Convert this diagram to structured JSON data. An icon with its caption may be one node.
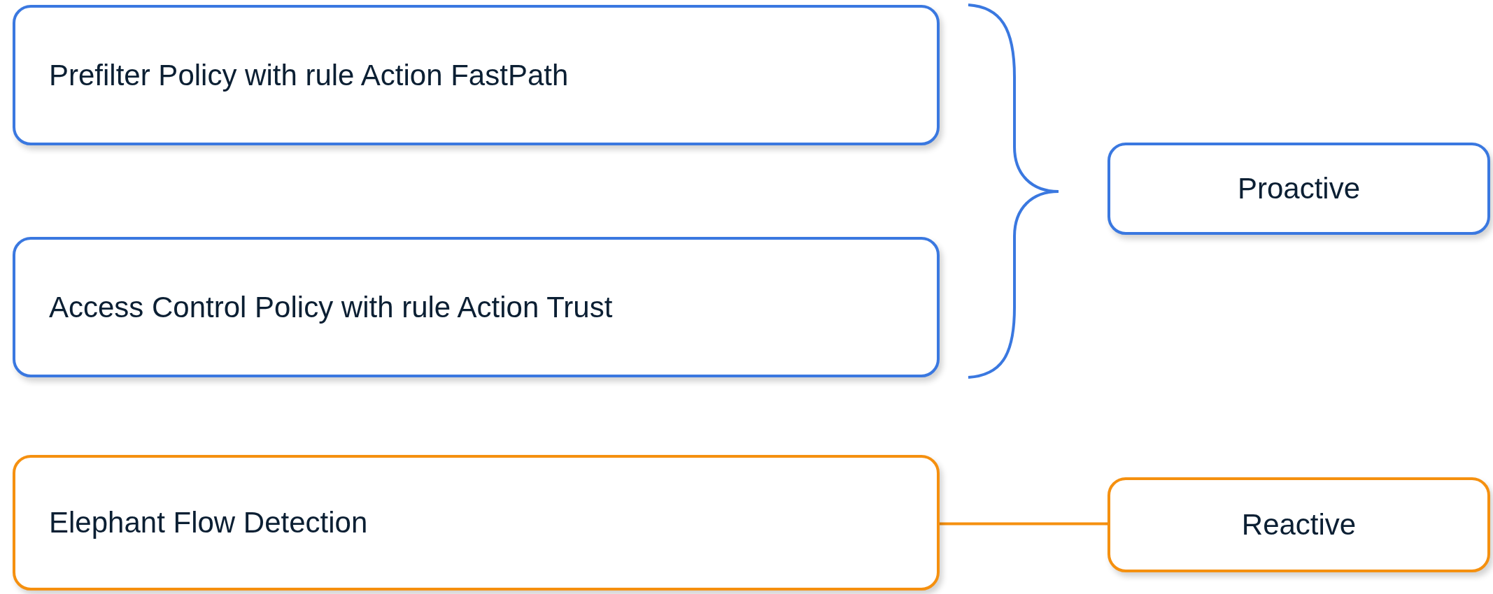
{
  "diagram": {
    "nodes": [
      {
        "text": [
          "Prefilter Policy with rule Action FastPath"
        ]
      },
      {
        "text": [
          "Access Control Policy with rule Action Trust"
        ]
      },
      {
        "text": [
          "Elephant Flow Detection"
        ]
      },
      {
        "text": [
          "Proactive"
        ]
      },
      {
        "text": [
          "Reactive"
        ]
      }
    ],
    "edges": [
      {
        "from": 2,
        "to": 4,
        "arrow": "none",
        "color": "#f5900f"
      }
    ]
  }
}
